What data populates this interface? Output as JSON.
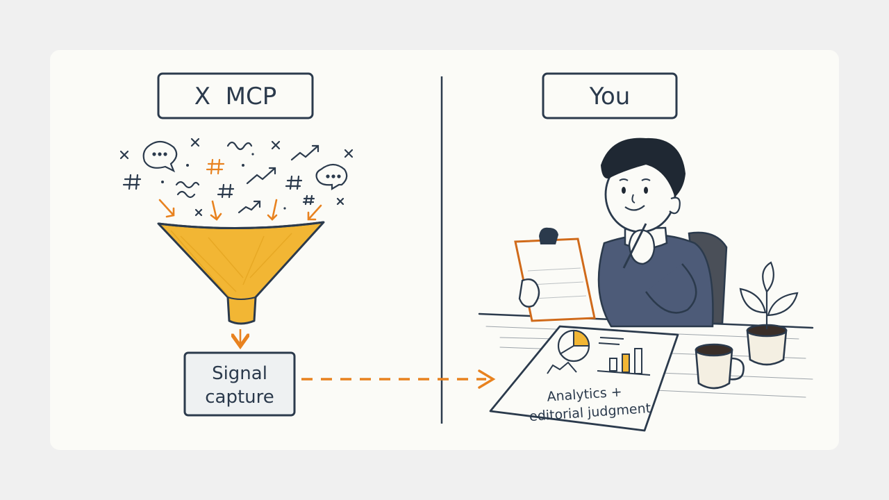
{
  "left_panel": {
    "title": "X  MCP",
    "output_label_line1": "Signal",
    "output_label_line2": "capture"
  },
  "right_panel": {
    "title": "You",
    "document_line1": "Analytics +",
    "document_line2": "editorial judgment"
  },
  "colors": {
    "ink": "#2b3a4c",
    "funnel": "#f2b634",
    "accent_orange": "#e8821f",
    "sweater": "#4d5b78",
    "card": "#fbfbf7",
    "background": "#f0f0f0"
  },
  "icons": [
    "hashtag-icon",
    "speech-bubble-icon",
    "trend-arrow-icon",
    "squiggle-icon",
    "cross-mark-icon",
    "funnel-icon",
    "clipboard-icon",
    "coffee-mug-icon",
    "plant-icon",
    "pie-chart-icon",
    "bar-chart-icon"
  ]
}
